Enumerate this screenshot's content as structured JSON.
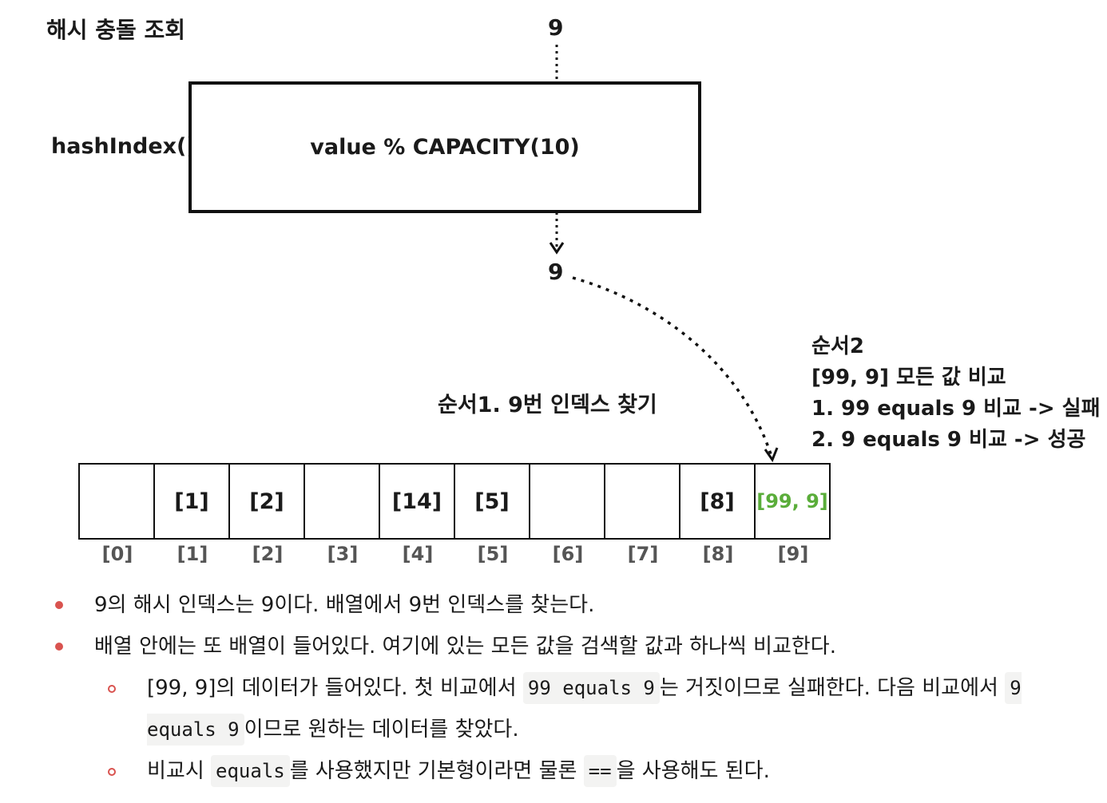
{
  "title": "해시 충돌 조회",
  "input_value": "9",
  "function_label": "hashIndex()",
  "formula": "value % CAPACITY(10)",
  "output_value": "9",
  "step1": "순서1. 9번 인덱스 찾기",
  "step2": {
    "heading": "순서2",
    "line1": "[99, 9] 모든 값 비교",
    "line2": "1. 99 equals 9 비교 -> 실패",
    "line3": "2. 9 equals 9 비교 -> 성공"
  },
  "array": {
    "cells": [
      "",
      "[1]",
      "[2]",
      "",
      "[14]",
      "[5]",
      "",
      "",
      "[8]",
      "[99, 9]"
    ],
    "indices": [
      "[0]",
      "[1]",
      "[2]",
      "[3]",
      "[4]",
      "[5]",
      "[6]",
      "[7]",
      "[8]",
      "[9]"
    ],
    "highlight_color": "#5aad3a"
  },
  "notes": {
    "n1": "9의 해시 인덱스는 9이다. 배열에서 9번 인덱스를 찾는다.",
    "n2": "배열 안에는 또 배열이 들어있다. 여기에 있는 모든 값을 검색할 값과 하나씩 비교한다.",
    "s1_a": "[99, 9]의 데이터가 들어있다. 첫 비교에서 ",
    "s1_code1": "99 equals 9",
    "s1_b": "는 거짓이므로 실패한다. 다음 비교에서 ",
    "s1_code2": "9 equals 9",
    "s1_c": "이므로 원하는 데이터를 찾았다.",
    "s2_a": "비교시 ",
    "s2_code1": "equals",
    "s2_b": "를 사용했지만 기본형이라면 물론 ",
    "s2_code2": "==",
    "s2_c": "을 사용해도 된다."
  },
  "bullet_color": "#d9534f"
}
